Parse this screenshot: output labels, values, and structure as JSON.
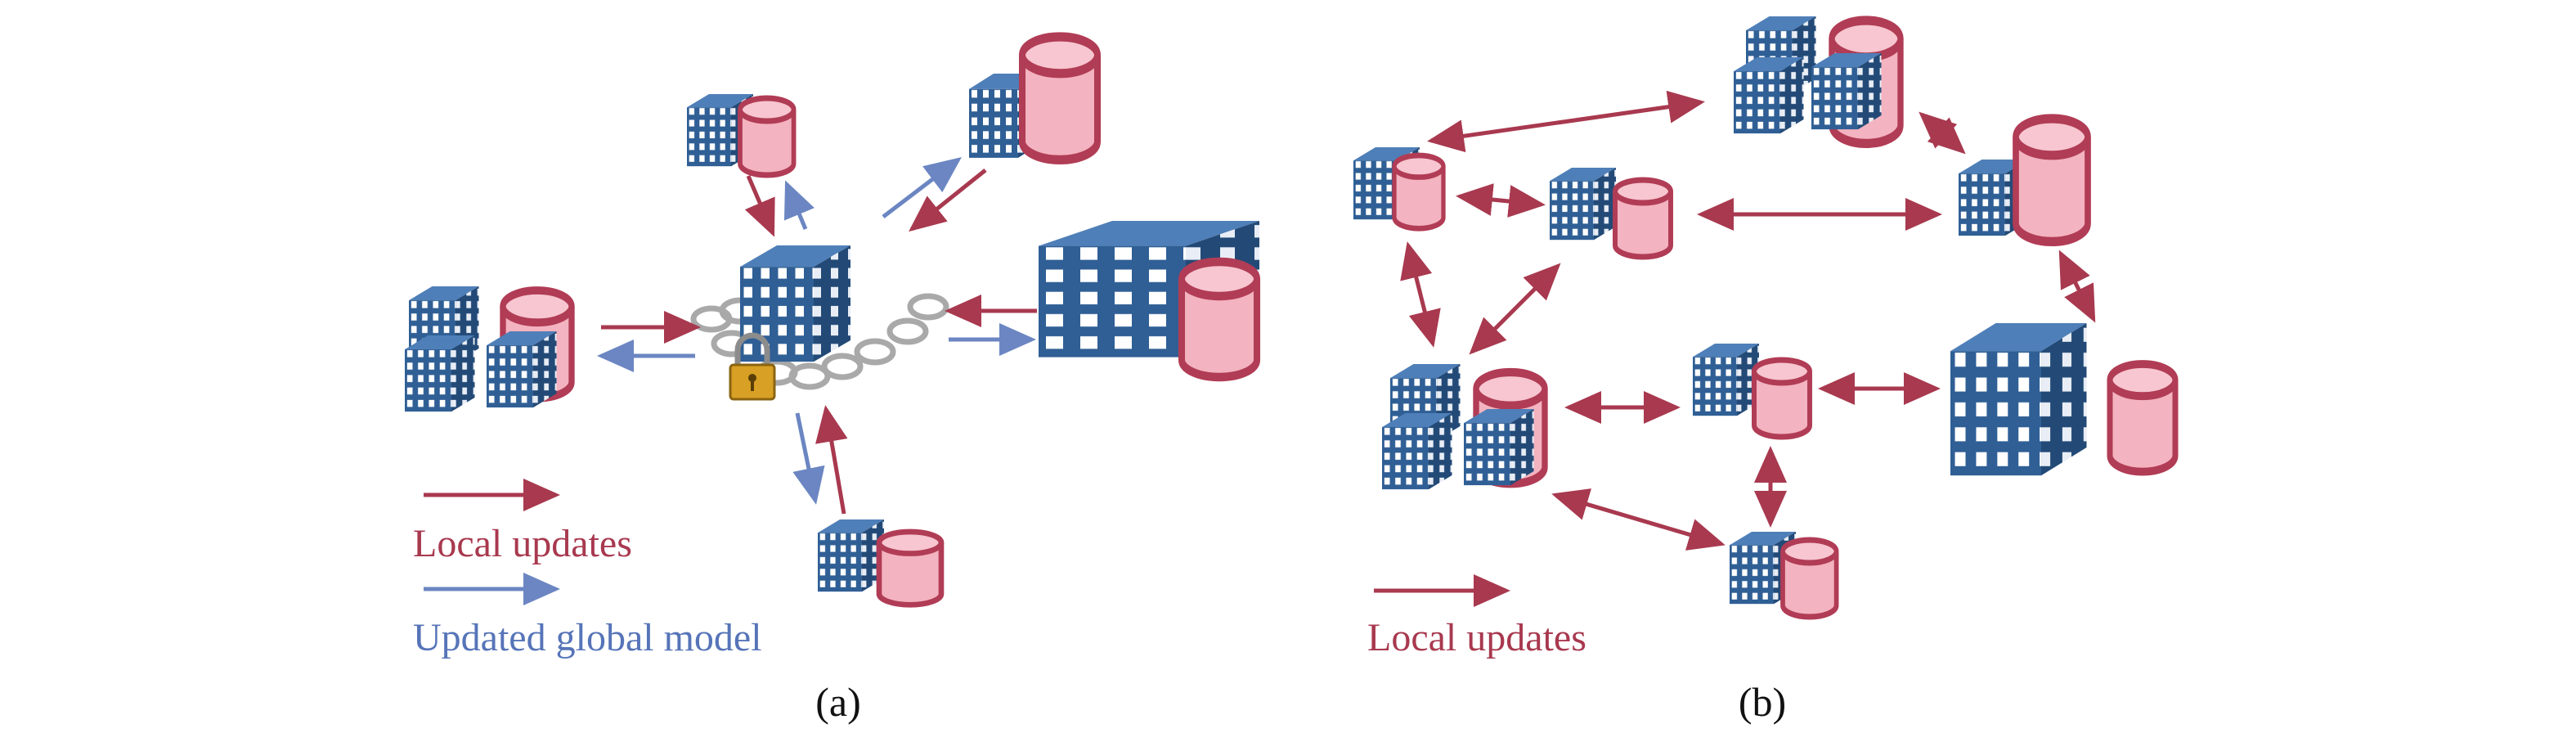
{
  "colors": {
    "local": "#a8394f",
    "global": "#6b86c2",
    "building": "#2f5f95",
    "db_fill": "#f3b3c0",
    "db_stroke": "#b13c55"
  },
  "panel_a": {
    "legend": {
      "local_label": "Local updates",
      "global_label": "Updated global model"
    },
    "caption": "(a)"
  },
  "panel_b": {
    "legend": {
      "local_label": "Local updates"
    },
    "caption": "(b)"
  },
  "icons": [
    "building-icon",
    "database-icon",
    "chain-icon",
    "padlock-icon"
  ]
}
